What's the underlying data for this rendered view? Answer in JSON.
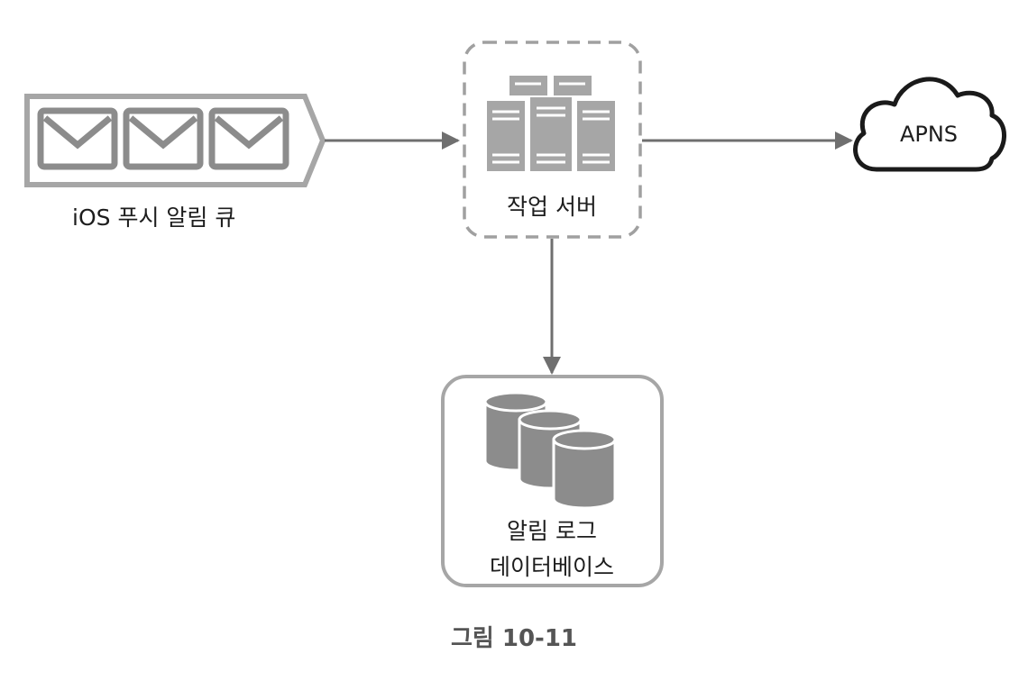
{
  "nodes": {
    "queue": {
      "label": "iOS 푸시 알림 큐",
      "icon": "envelope-queue-icon",
      "envelope_count": 3
    },
    "server": {
      "label": "작업 서버",
      "icon": "server-rack-icon"
    },
    "apns": {
      "label": "APNS",
      "icon": "cloud-icon"
    },
    "database": {
      "label_line1": "알림 로그",
      "label_line2": "데이터베이스",
      "icon": "database-cylinders-icon"
    }
  },
  "caption": "그림 10-11",
  "colors": {
    "stroke": "#8c8c8c",
    "fill": "#a6a6a6",
    "arrow": "#6f6f6f",
    "dashed_border": "#a0a0a0",
    "text": "#1d1d1d",
    "caption": "#555555"
  }
}
